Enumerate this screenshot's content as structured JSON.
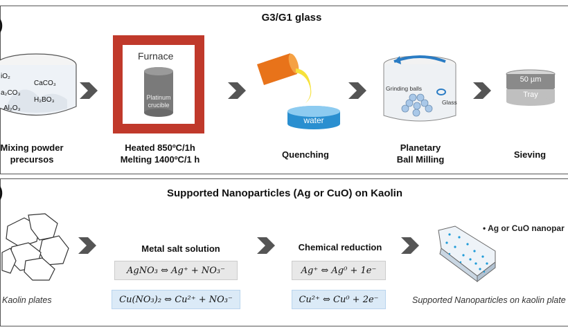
{
  "panel_a": {
    "tag": ")",
    "title": "G3/G1 glass",
    "steps": [
      {
        "line1": "Mixing powder",
        "line2": "precursos"
      },
      {
        "line1": "Heated  850ºC/1h",
        "line2": "Melting 1400ºC/1 h"
      },
      {
        "line1": "Quenching",
        "line2": ""
      },
      {
        "line1": "Planetary",
        "line2": "Ball Milling"
      },
      {
        "line1": "Sieving",
        "line2": ""
      }
    ],
    "precursors": [
      "iO₂",
      "CaCO₃",
      "a₂CO₃",
      "H₂BO₃",
      "Al₂O₃"
    ],
    "furnace_label": "Furnace",
    "crucible_label": [
      "Platinum",
      "crucible"
    ],
    "water_label": "water",
    "grinding_label": "Grinding balls",
    "glass_label": "Glass",
    "sieve_label": "50 µm",
    "tray_label": "Tray"
  },
  "panel_b": {
    "tag": ")",
    "title": "Supported Nanoparticles (Ag or CuO) on Kaolin",
    "kaolin_label": "Kaolin plates",
    "metal_salt_title": "Metal salt solution",
    "metal_salt_eq1": "AgNO₃ ⇔ Ag⁺ + NO₃⁻",
    "metal_salt_eq2": "Cu(NO₃)₂ ⇔ Cu²⁺ + NO₃⁻",
    "reduction_title": "Chemical reduction",
    "reduction_eq1": "Ag⁺ ⇔ Ag⁰ + 1e⁻",
    "reduction_eq2": "Cu²⁺ ⇔ Cu⁰ + 2e⁻",
    "nanoparticle_legend": "• Ag or CuO nanopar",
    "result_label": "Supported Nanoparticles on kaolin plate"
  },
  "colors": {
    "furnace": "#c0392b",
    "water": "#2a8fd0",
    "arrow": "#555555",
    "eq_gray": "#e8e8e8",
    "eq_blue": "#dbeaf7"
  }
}
